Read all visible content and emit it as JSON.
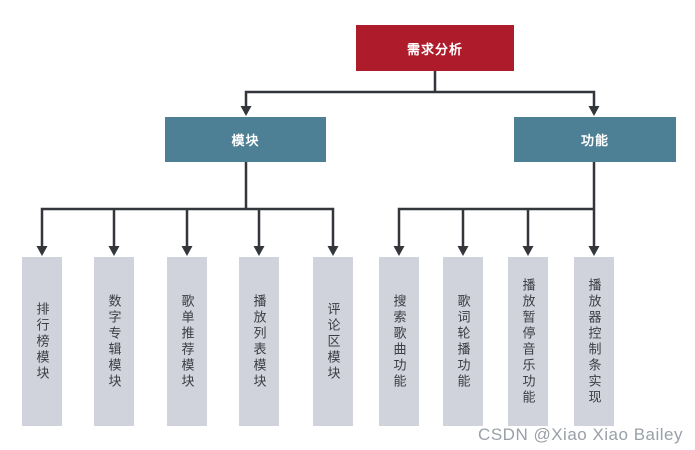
{
  "diagram": {
    "root": "需求分析",
    "branches": [
      {
        "label": "模块",
        "children": [
          "排行榜模块",
          "数字专辑模块",
          "歌单推荐模块",
          "播放列表模块",
          "评论区模块"
        ]
      },
      {
        "label": "功能",
        "children": [
          "搜索歌曲功能",
          "歌词轮播功能",
          "播放暂停音乐功能",
          "播放器控制条实现"
        ]
      }
    ]
  },
  "watermark": "CSDN @Xiao Xiao Bailey",
  "colors": {
    "root-bg": "#ae1c2c",
    "branch-bg": "#4d7f95",
    "leaf-bg": "#d0d3db",
    "leaf-text": "#3d3d45",
    "node-text": "#ffffff",
    "line": "#33363a",
    "watermark": "#9aa0a8",
    "background": "#ffffff"
  }
}
